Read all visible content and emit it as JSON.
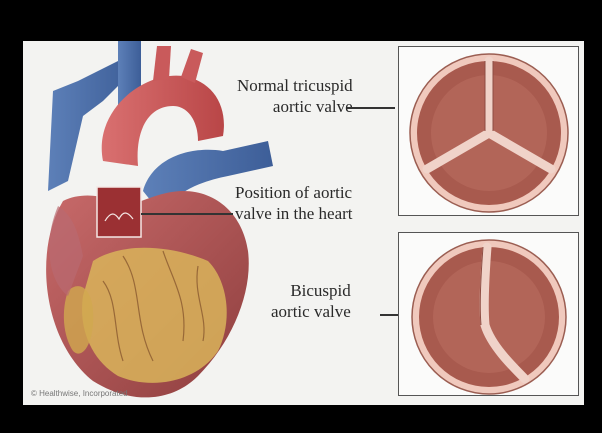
{
  "labels": {
    "normal_valve": [
      "Normal tricuspid",
      "aortic valve"
    ],
    "position": [
      "Position of aortic",
      "valve in the heart"
    ],
    "bicuspid_valve": [
      "Bicuspid",
      "aortic valve"
    ]
  },
  "credit": "© Healthwise, Incorporated",
  "colors": {
    "background": "#000000",
    "panel": "#f3f3f1",
    "valve_tissue": "#a85a4e",
    "valve_rim": "#f0c9bd",
    "artery_blue": "#4a6fa8",
    "aorta_red": "#c5484a",
    "fat_yellow": "#d9b45a"
  }
}
